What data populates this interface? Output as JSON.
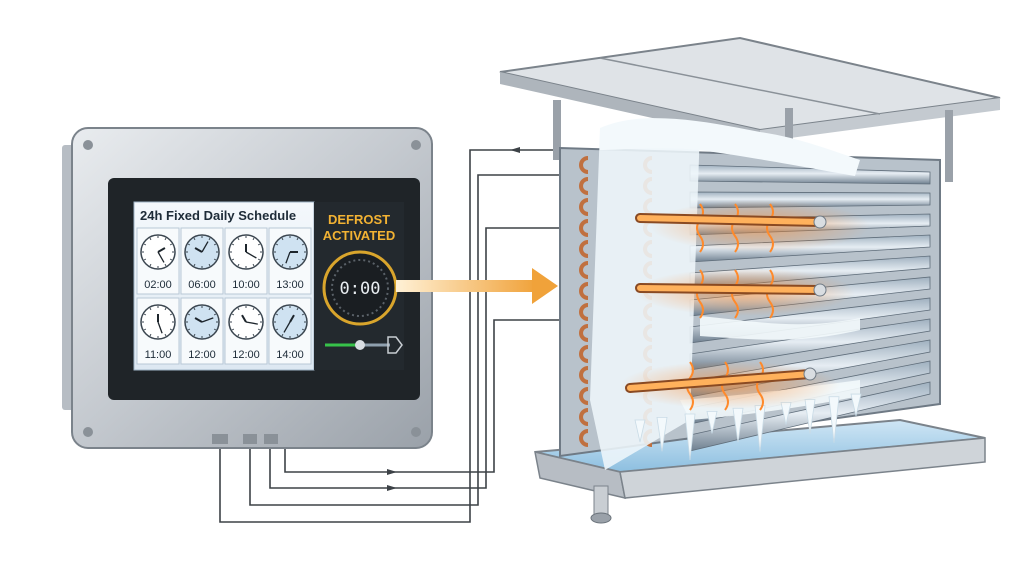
{
  "controller": {
    "schedule_title": "24h Fixed Daily Schedule",
    "schedule_times": [
      "02:00",
      "06:00",
      "10:00",
      "13:00",
      "11:00",
      "12:00",
      "12:00",
      "14:00"
    ],
    "status_line1": "DEFROST",
    "status_line2": "ACTIVATED",
    "timer_readout": "0:00"
  },
  "colors": {
    "screen_bg": "#e9f1f8",
    "status_text": "#f2b233",
    "timer_ring": "#d9a52c",
    "heat_glow": "#ff8a2b",
    "copper": "#c0703f",
    "frost": "#eef6fb",
    "arrow": "#f0a23a"
  },
  "icons": [
    "clock-face-icon",
    "slider-icon",
    "heater-element-icon",
    "drain-pipe-icon"
  ]
}
